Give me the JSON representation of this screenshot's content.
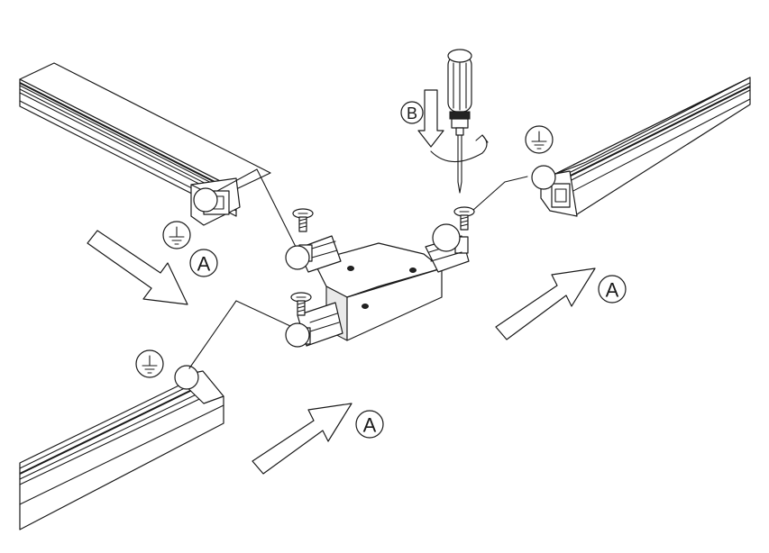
{
  "labels": {
    "callout_a": "A",
    "callout_b": "B"
  },
  "symbols": {
    "ground": "ground-symbol"
  }
}
